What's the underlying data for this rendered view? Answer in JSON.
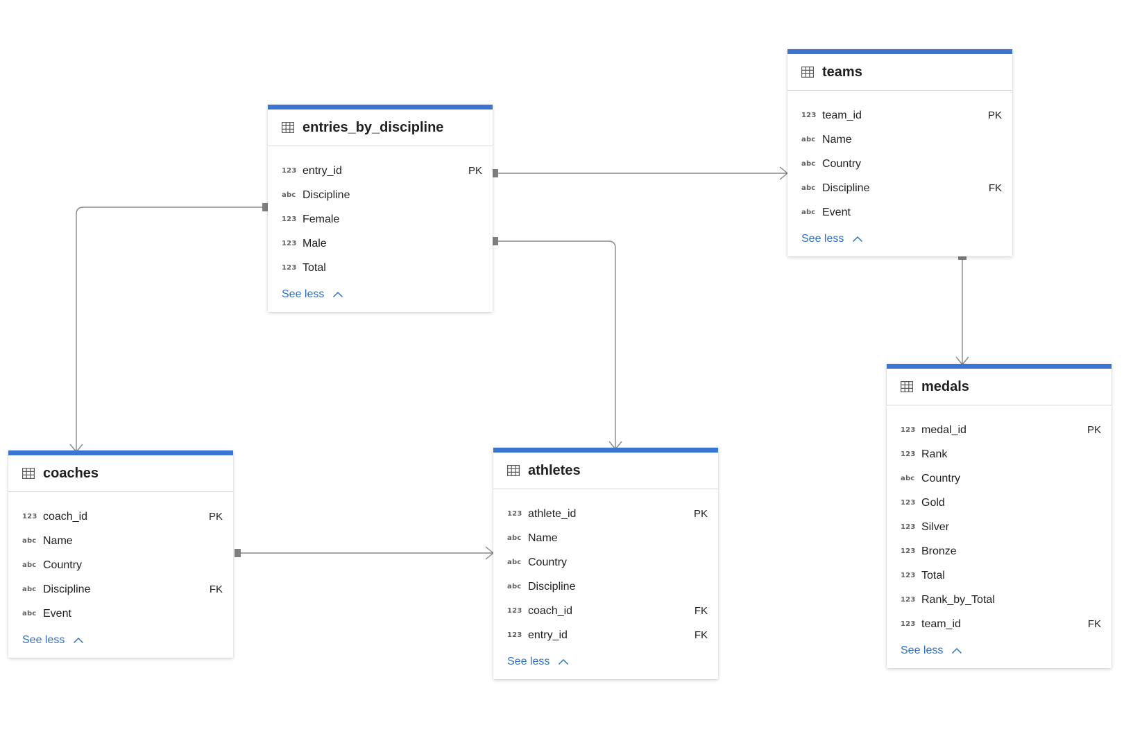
{
  "see_less_label": "See less",
  "colors": {
    "accent": "#3a76cf",
    "link": "#2f6fc6",
    "connector": "#888888"
  },
  "tables": {
    "entries_by_discipline": {
      "name": "entries_by_discipline",
      "columns": [
        {
          "type": "123",
          "name": "entry_id",
          "key": "PK"
        },
        {
          "type": "abc",
          "name": "Discipline",
          "key": ""
        },
        {
          "type": "123",
          "name": "Female",
          "key": ""
        },
        {
          "type": "123",
          "name": "Male",
          "key": ""
        },
        {
          "type": "123",
          "name": "Total",
          "key": ""
        }
      ]
    },
    "teams": {
      "name": "teams",
      "columns": [
        {
          "type": "123",
          "name": "team_id",
          "key": "PK"
        },
        {
          "type": "abc",
          "name": "Name",
          "key": ""
        },
        {
          "type": "abc",
          "name": "Country",
          "key": ""
        },
        {
          "type": "abc",
          "name": "Discipline",
          "key": "FK"
        },
        {
          "type": "abc",
          "name": "Event",
          "key": ""
        }
      ]
    },
    "medals": {
      "name": "medals",
      "columns": [
        {
          "type": "123",
          "name": "medal_id",
          "key": "PK"
        },
        {
          "type": "123",
          "name": "Rank",
          "key": ""
        },
        {
          "type": "abc",
          "name": "Country",
          "key": ""
        },
        {
          "type": "123",
          "name": "Gold",
          "key": ""
        },
        {
          "type": "123",
          "name": "Silver",
          "key": ""
        },
        {
          "type": "123",
          "name": "Bronze",
          "key": ""
        },
        {
          "type": "123",
          "name": "Total",
          "key": ""
        },
        {
          "type": "123",
          "name": "Rank_by_Total",
          "key": ""
        },
        {
          "type": "123",
          "name": "team_id",
          "key": "FK"
        }
      ]
    },
    "coaches": {
      "name": "coaches",
      "columns": [
        {
          "type": "123",
          "name": "coach_id",
          "key": "PK"
        },
        {
          "type": "abc",
          "name": "Name",
          "key": ""
        },
        {
          "type": "abc",
          "name": "Country",
          "key": ""
        },
        {
          "type": "abc",
          "name": "Discipline",
          "key": "FK"
        },
        {
          "type": "abc",
          "name": "Event",
          "key": ""
        }
      ]
    },
    "athletes": {
      "name": "athletes",
      "columns": [
        {
          "type": "123",
          "name": "athlete_id",
          "key": "PK"
        },
        {
          "type": "abc",
          "name": "Name",
          "key": ""
        },
        {
          "type": "abc",
          "name": "Country",
          "key": ""
        },
        {
          "type": "abc",
          "name": "Discipline",
          "key": ""
        },
        {
          "type": "123",
          "name": "coach_id",
          "key": "FK"
        },
        {
          "type": "123",
          "name": "entry_id",
          "key": "FK"
        }
      ]
    }
  },
  "relationships": [
    {
      "from": "entries_by_discipline",
      "to": "teams"
    },
    {
      "from": "entries_by_discipline",
      "to": "coaches"
    },
    {
      "from": "entries_by_discipline",
      "to": "athletes"
    },
    {
      "from": "teams",
      "to": "medals"
    },
    {
      "from": "coaches",
      "to": "athletes"
    }
  ]
}
